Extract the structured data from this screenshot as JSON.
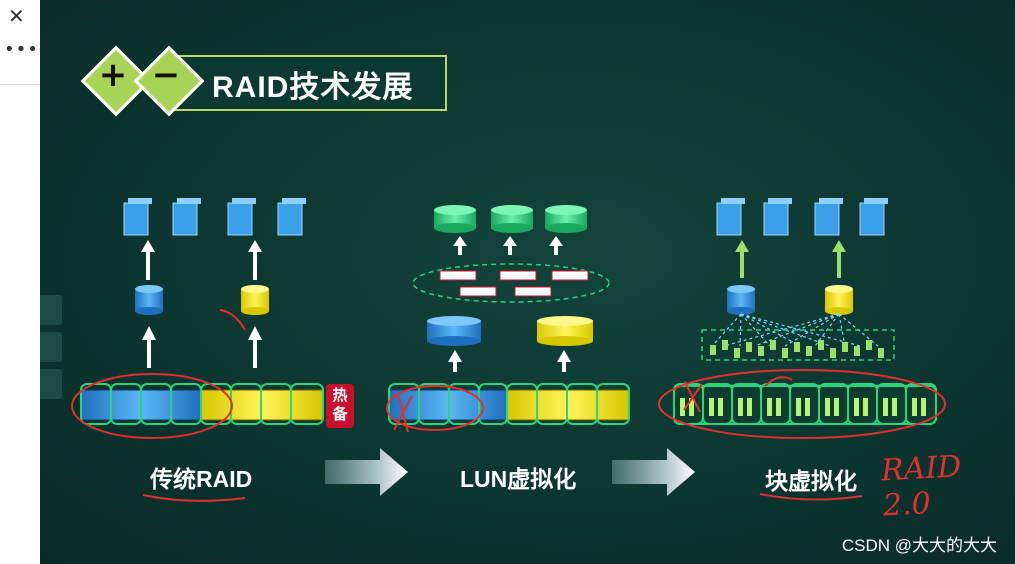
{
  "viewer": {
    "close_icon": "✕",
    "more_icon": "•••"
  },
  "slide": {
    "title": "RAID技术发展",
    "plus_symbol": "+",
    "minus_symbol": "−",
    "stages": [
      "传统RAID",
      "LUN虚拟化",
      "块虚拟化"
    ],
    "hot_spare": "热\n备",
    "handwriting": "RAID 2.0",
    "colors": {
      "board": "#0d3630",
      "accent": "#a9d356",
      "blue": "#2e8bd8",
      "yellow": "#f2e600",
      "green": "#2bd47a"
    }
  },
  "watermark": "CSDN @大大的大大"
}
